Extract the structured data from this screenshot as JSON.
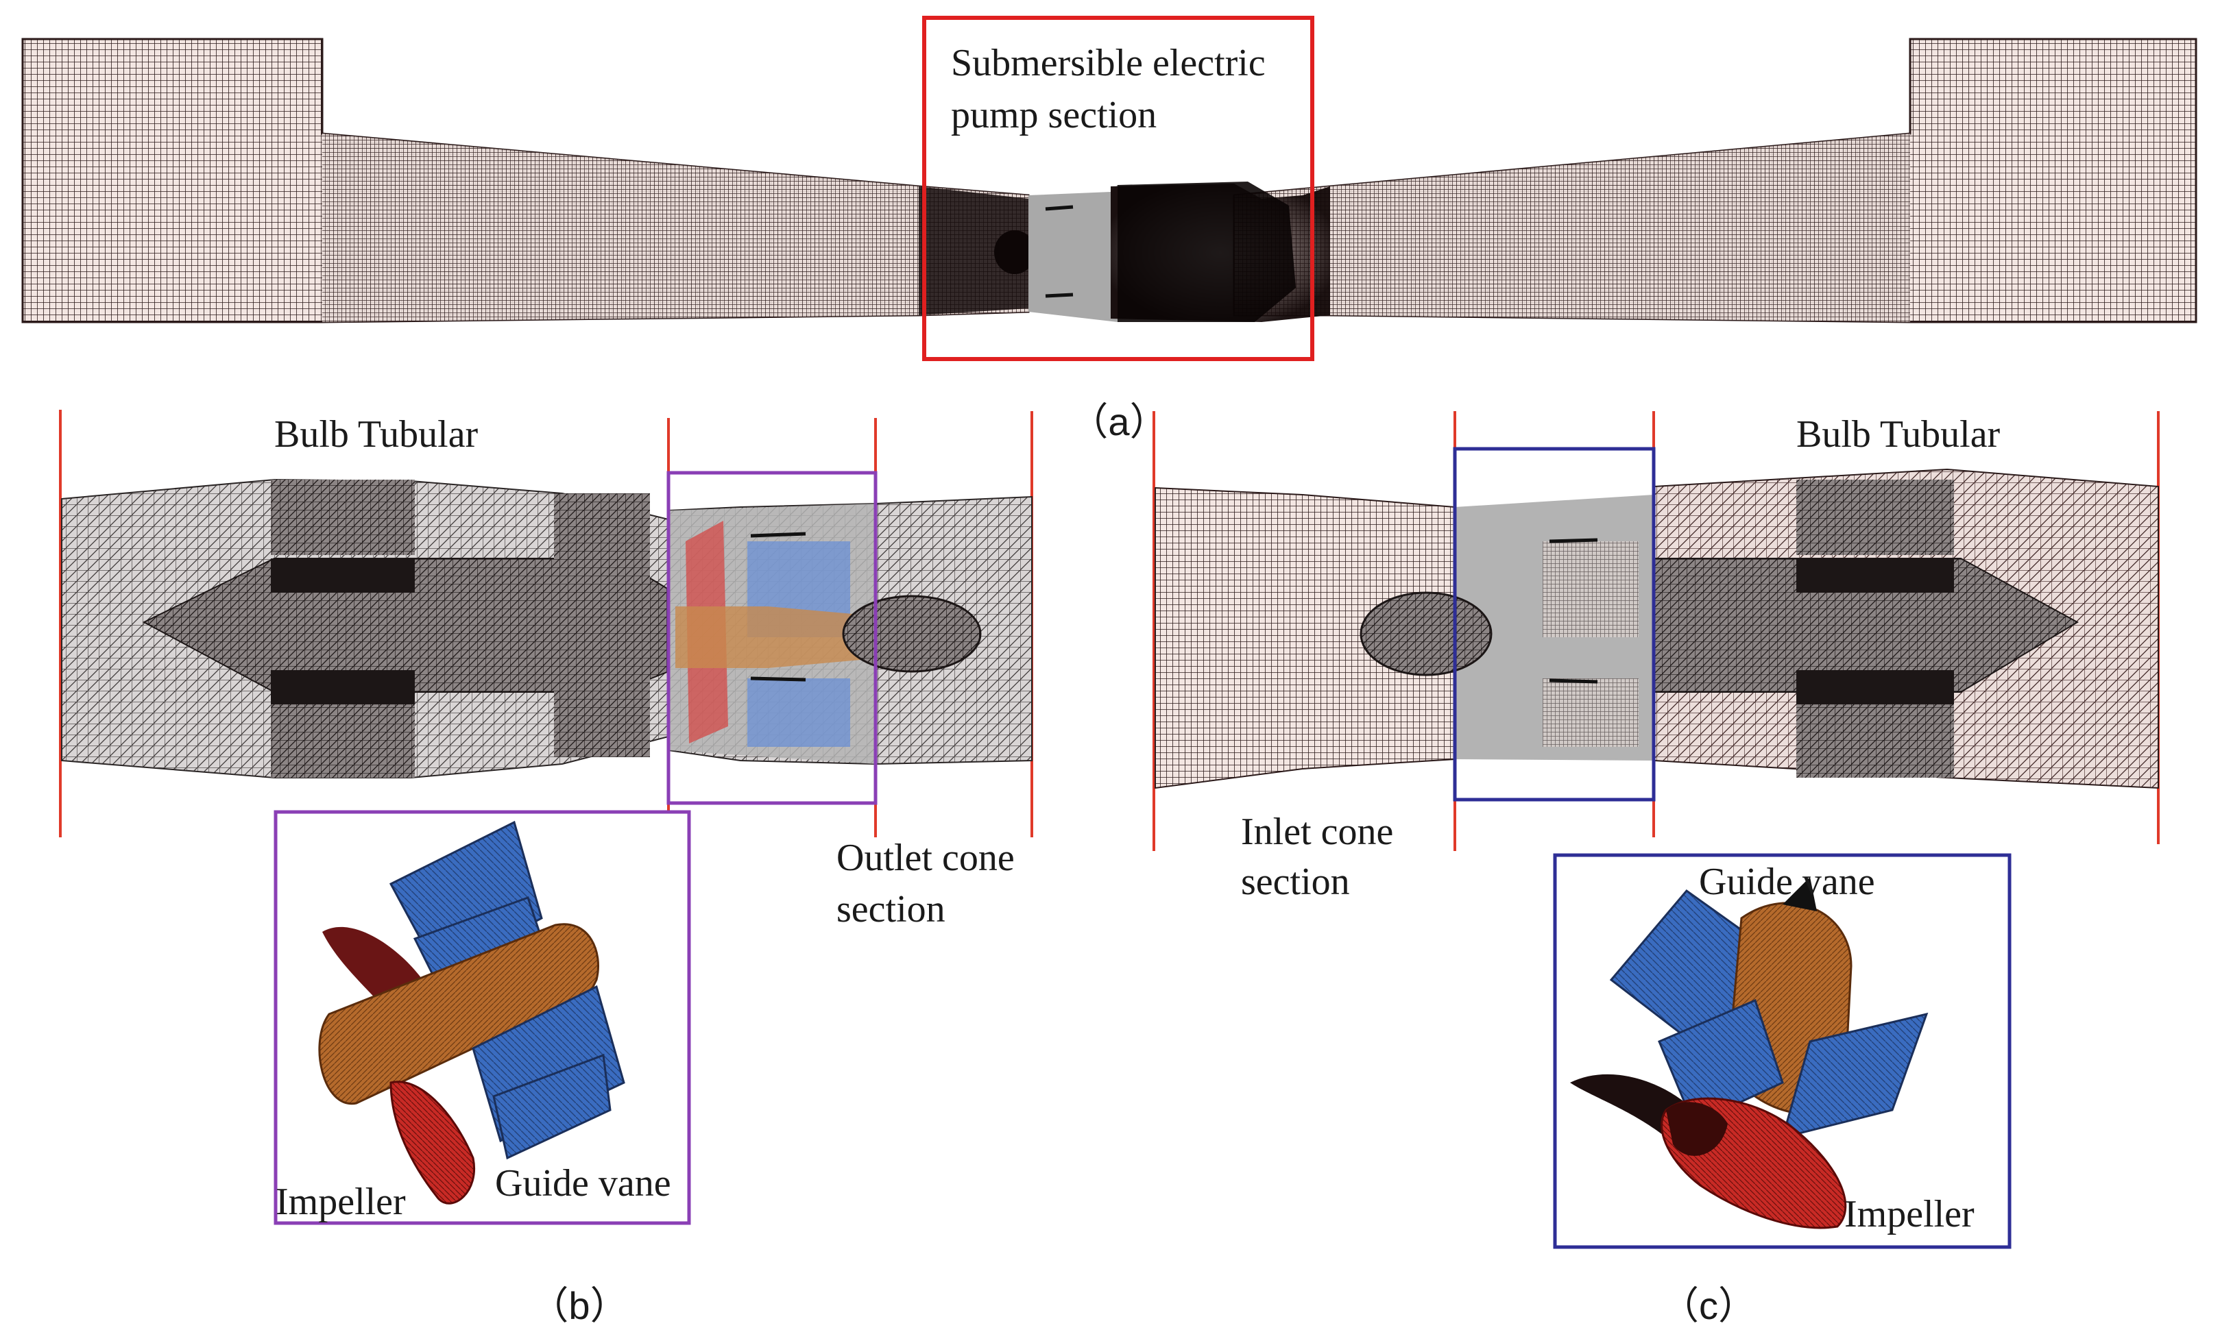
{
  "labels": {
    "pump_section": [
      "Submersible electric",
      "pump section"
    ],
    "bulb_tubular_b": "Bulb Tubular",
    "bulb_tubular_c": "Bulb Tubular",
    "outlet_cone": [
      "Outlet cone",
      "section"
    ],
    "inlet_cone": [
      "Inlet cone",
      "section"
    ],
    "guide_vane_b": "Guide vane",
    "impeller_b": "Impeller",
    "guide_vane_c": "Guide vane",
    "impeller_c": "Impeller"
  },
  "panels": {
    "a": "（a）",
    "b": "（b）",
    "c": "（c）"
  },
  "colors": {
    "mesh_dark": "#2a1a1a",
    "mesh_light": "#f3e8e4",
    "section_red": "#e02020",
    "section_purple": "#8a3fb5",
    "section_blue": "#2e2e96",
    "cut_line": "#e03a2a",
    "impeller": "#c82a25",
    "guide_vane": "#3a6cc0",
    "hub": "#b56a2c",
    "casing": "#a9a9a9"
  },
  "icons": {
    "mesh": "structured-mesh-pattern",
    "blade": "vane-shape"
  }
}
